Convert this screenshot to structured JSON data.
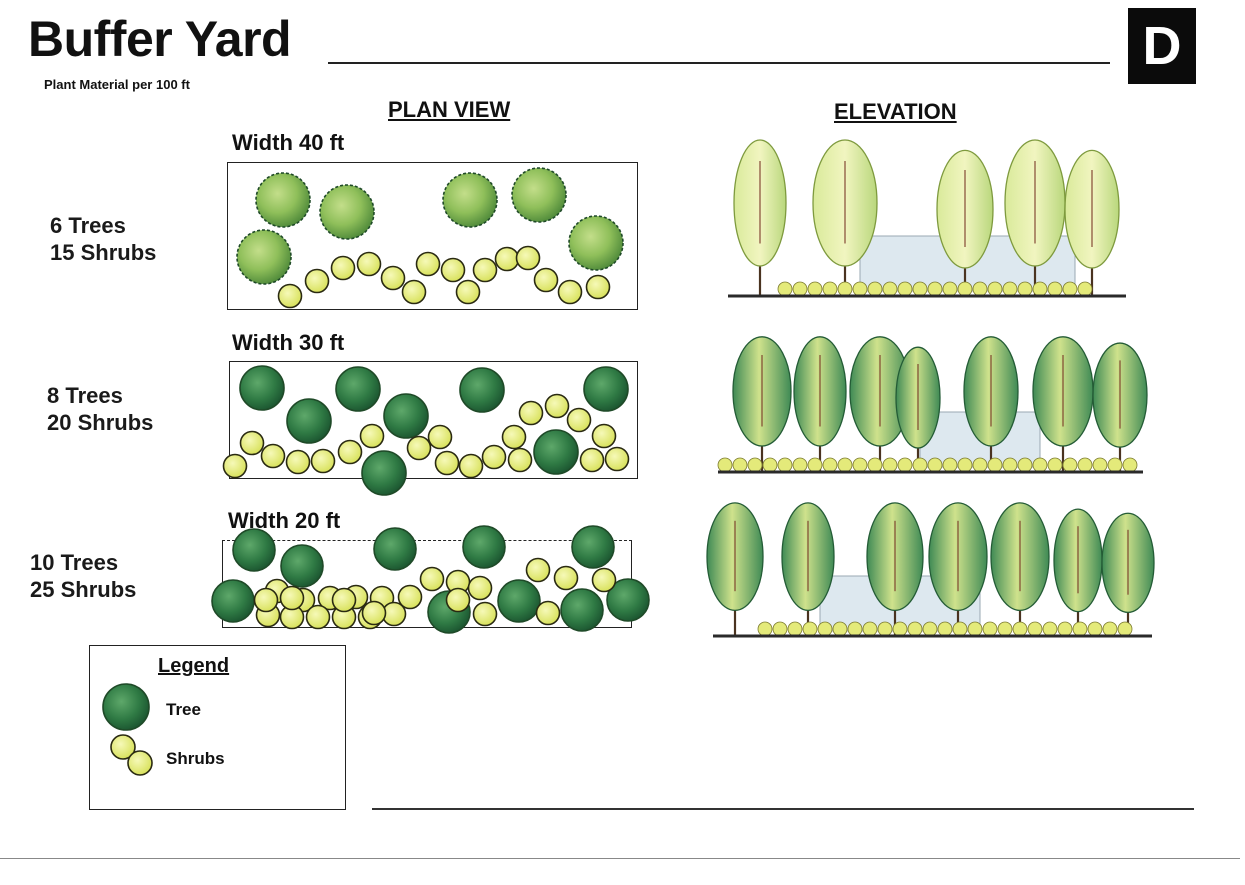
{
  "header": {
    "title": "Buffer Yard",
    "subtitle": "Plant Material per 100 ft",
    "badge": "D"
  },
  "columns": {
    "plan": "PLAN VIEW",
    "elevation": "ELEVATION"
  },
  "sections": [
    {
      "width_label": "Width 40 ft",
      "trees_label": "6 Trees",
      "shrubs_label": "15 Shrubs",
      "trees": 6,
      "shrubs": 15
    },
    {
      "width_label": "Width 30 ft",
      "trees_label": "8 Trees",
      "shrubs_label": "20 Shrubs",
      "trees": 8,
      "shrubs": 20
    },
    {
      "width_label": "Width 20 ft",
      "trees_label": "10 Trees",
      "shrubs_label": "25 Shrubs",
      "trees": 10,
      "shrubs": 25
    }
  ],
  "legend": {
    "title": "Legend",
    "tree": "Tree",
    "shrubs": "Shrubs"
  },
  "colors": {
    "tree_light": "#8fbf5a",
    "tree_dark": "#2f7a44",
    "shrub": "#e6ee72",
    "ink": "#1a1a1a"
  }
}
